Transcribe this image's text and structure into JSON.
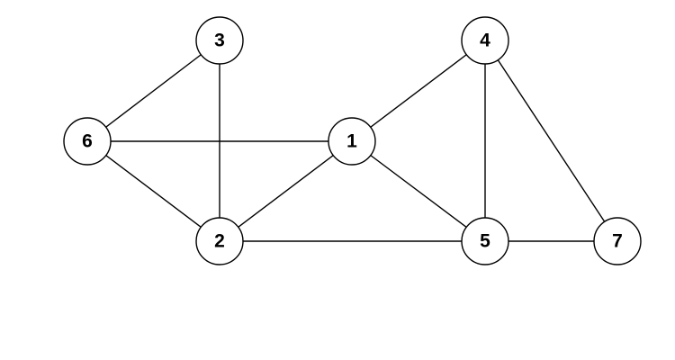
{
  "graph": {
    "nodes": [
      {
        "id": "1",
        "label": "1"
      },
      {
        "id": "2",
        "label": "2"
      },
      {
        "id": "3",
        "label": "3"
      },
      {
        "id": "4",
        "label": "4"
      },
      {
        "id": "5",
        "label": "5"
      },
      {
        "id": "6",
        "label": "6"
      },
      {
        "id": "7",
        "label": "7"
      }
    ],
    "edges": [
      {
        "from": "6",
        "to": "3"
      },
      {
        "from": "6",
        "to": "1"
      },
      {
        "from": "6",
        "to": "2"
      },
      {
        "from": "3",
        "to": "2"
      },
      {
        "from": "2",
        "to": "1"
      },
      {
        "from": "2",
        "to": "5"
      },
      {
        "from": "1",
        "to": "4"
      },
      {
        "from": "1",
        "to": "5"
      },
      {
        "from": "4",
        "to": "5"
      },
      {
        "from": "4",
        "to": "7"
      },
      {
        "from": "5",
        "to": "7"
      }
    ],
    "colors": {
      "stroke": "#000000",
      "node_fill": "#ffffff",
      "label": "#000000",
      "background": "#ffffff"
    }
  }
}
